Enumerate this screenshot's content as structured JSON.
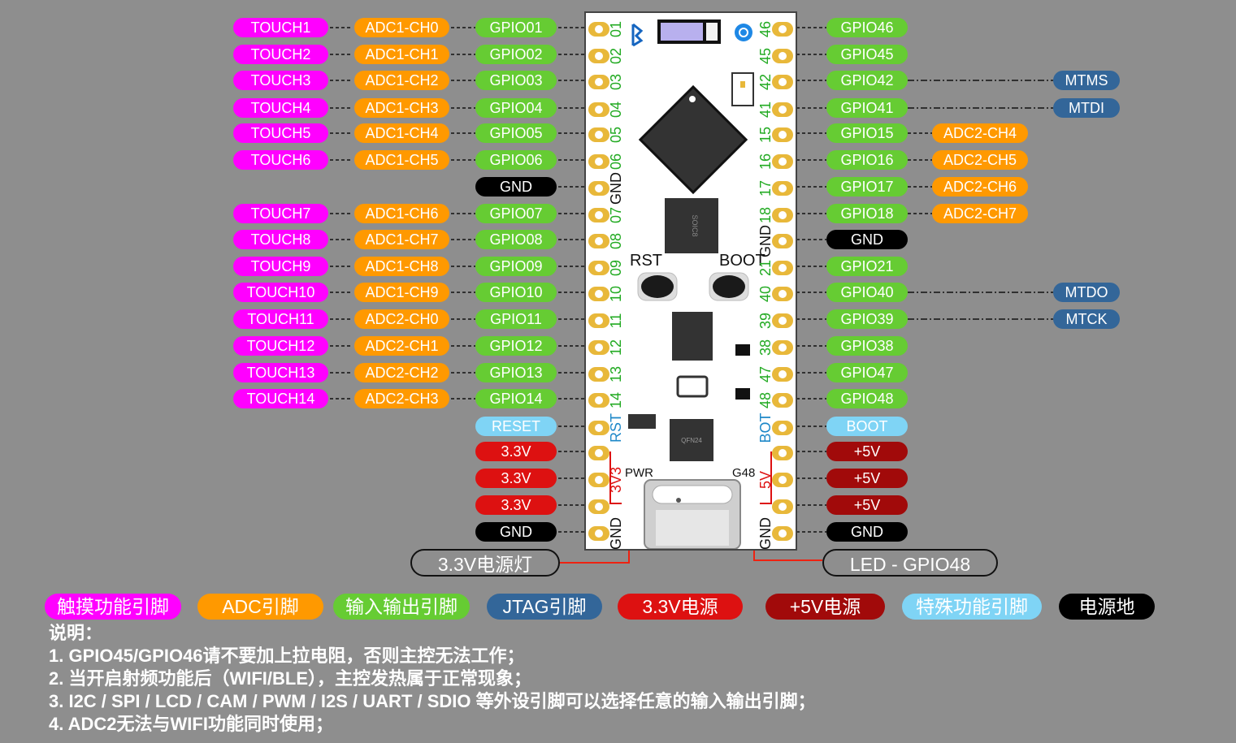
{
  "colors": {
    "touch": "#ff00ff",
    "adc": "#ff9900",
    "gpio": "#66cc33",
    "jtag": "#336699",
    "gnd": "#000000",
    "v33": "#dd1111",
    "v5": "#a10a0a",
    "special": "#7fd4f5",
    "background": "#8e8e8e",
    "pad": "#e8b83a"
  },
  "left_pins": [
    {
      "touch": "TOUCH1",
      "adc": "ADC1-CH0",
      "pin": "GPIO01",
      "pin_type": "gpio",
      "board": "01",
      "board_color": "green"
    },
    {
      "touch": "TOUCH2",
      "adc": "ADC1-CH1",
      "pin": "GPIO02",
      "pin_type": "gpio",
      "board": "02",
      "board_color": "green"
    },
    {
      "touch": "TOUCH3",
      "adc": "ADC1-CH2",
      "pin": "GPIO03",
      "pin_type": "gpio",
      "board": "03",
      "board_color": "green"
    },
    {
      "touch": "TOUCH4",
      "adc": "ADC1-CH3",
      "pin": "GPIO04",
      "pin_type": "gpio",
      "board": "04",
      "board_color": "green"
    },
    {
      "touch": "TOUCH5",
      "adc": "ADC1-CH4",
      "pin": "GPIO05",
      "pin_type": "gpio",
      "board": "05",
      "board_color": "green"
    },
    {
      "touch": "TOUCH6",
      "adc": "ADC1-CH5",
      "pin": "GPIO06",
      "pin_type": "gpio",
      "board": "06",
      "board_color": "green"
    },
    {
      "touch": "",
      "adc": "",
      "pin": "GND",
      "pin_type": "gnd",
      "board": "GND",
      "board_color": "black"
    },
    {
      "touch": "TOUCH7",
      "adc": "ADC1-CH6",
      "pin": "GPIO07",
      "pin_type": "gpio",
      "board": "07",
      "board_color": "green"
    },
    {
      "touch": "TOUCH8",
      "adc": "ADC1-CH7",
      "pin": "GPIO08",
      "pin_type": "gpio",
      "board": "08",
      "board_color": "green"
    },
    {
      "touch": "TOUCH9",
      "adc": "ADC1-CH8",
      "pin": "GPIO09",
      "pin_type": "gpio",
      "board": "09",
      "board_color": "green"
    },
    {
      "touch": "TOUCH10",
      "adc": "ADC1-CH9",
      "pin": "GPIO10",
      "pin_type": "gpio",
      "board": "10",
      "board_color": "green"
    },
    {
      "touch": "TOUCH11",
      "adc": "ADC2-CH0",
      "pin": "GPIO11",
      "pin_type": "gpio",
      "board": "11",
      "board_color": "green"
    },
    {
      "touch": "TOUCH12",
      "adc": "ADC2-CH1",
      "pin": "GPIO12",
      "pin_type": "gpio",
      "board": "12",
      "board_color": "green"
    },
    {
      "touch": "TOUCH13",
      "adc": "ADC2-CH2",
      "pin": "GPIO13",
      "pin_type": "gpio",
      "board": "13",
      "board_color": "green"
    },
    {
      "touch": "TOUCH14",
      "adc": "ADC2-CH3",
      "pin": "GPIO14",
      "pin_type": "gpio",
      "board": "14",
      "board_color": "green"
    },
    {
      "touch": "",
      "adc": "",
      "pin": "RESET",
      "pin_type": "special",
      "board": "RST",
      "board_color": "blue"
    },
    {
      "touch": "",
      "adc": "",
      "pin": "3.3V",
      "pin_type": "v33",
      "board": "",
      "board_color": "red"
    },
    {
      "touch": "",
      "adc": "",
      "pin": "3.3V",
      "pin_type": "v33",
      "board": "3V3",
      "board_color": "red"
    },
    {
      "touch": "",
      "adc": "",
      "pin": "3.3V",
      "pin_type": "v33",
      "board": "",
      "board_color": "red"
    },
    {
      "touch": "",
      "adc": "",
      "pin": "GND",
      "pin_type": "gnd",
      "board": "GND",
      "board_color": "black"
    }
  ],
  "right_pins": [
    {
      "pin": "GPIO46",
      "pin_type": "gpio",
      "extra": "",
      "extra_type": "",
      "board": "46",
      "board_color": "green"
    },
    {
      "pin": "GPIO45",
      "pin_type": "gpio",
      "extra": "",
      "extra_type": "",
      "board": "45",
      "board_color": "green"
    },
    {
      "pin": "GPIO42",
      "pin_type": "gpio",
      "extra": "MTMS",
      "extra_type": "jtag",
      "board": "42",
      "board_color": "green"
    },
    {
      "pin": "GPIO41",
      "pin_type": "gpio",
      "extra": "MTDI",
      "extra_type": "jtag",
      "board": "41",
      "board_color": "green"
    },
    {
      "pin": "GPIO15",
      "pin_type": "gpio",
      "extra": "ADC2-CH4",
      "extra_type": "adc",
      "board": "15",
      "board_color": "green"
    },
    {
      "pin": "GPIO16",
      "pin_type": "gpio",
      "extra": "ADC2-CH5",
      "extra_type": "adc",
      "board": "16",
      "board_color": "green"
    },
    {
      "pin": "GPIO17",
      "pin_type": "gpio",
      "extra": "ADC2-CH6",
      "extra_type": "adc",
      "board": "17",
      "board_color": "green"
    },
    {
      "pin": "GPIO18",
      "pin_type": "gpio",
      "extra": "ADC2-CH7",
      "extra_type": "adc",
      "board": "18",
      "board_color": "green"
    },
    {
      "pin": "GND",
      "pin_type": "gnd",
      "extra": "",
      "extra_type": "",
      "board": "GND",
      "board_color": "black"
    },
    {
      "pin": "GPIO21",
      "pin_type": "gpio",
      "extra": "",
      "extra_type": "",
      "board": "21",
      "board_color": "green"
    },
    {
      "pin": "GPIO40",
      "pin_type": "gpio",
      "extra": "MTDO",
      "extra_type": "jtag",
      "board": "40",
      "board_color": "green"
    },
    {
      "pin": "GPIO39",
      "pin_type": "gpio",
      "extra": "MTCK",
      "extra_type": "jtag",
      "board": "39",
      "board_color": "green"
    },
    {
      "pin": "GPIO38",
      "pin_type": "gpio",
      "extra": "",
      "extra_type": "",
      "board": "38",
      "board_color": "green"
    },
    {
      "pin": "GPIO47",
      "pin_type": "gpio",
      "extra": "",
      "extra_type": "",
      "board": "47",
      "board_color": "green"
    },
    {
      "pin": "GPIO48",
      "pin_type": "gpio",
      "extra": "",
      "extra_type": "",
      "board": "48",
      "board_color": "green"
    },
    {
      "pin": "BOOT",
      "pin_type": "special",
      "extra": "",
      "extra_type": "",
      "board": "BOT",
      "board_color": "blue"
    },
    {
      "pin": "+5V",
      "pin_type": "v5",
      "extra": "",
      "extra_type": "",
      "board": "",
      "board_color": "red"
    },
    {
      "pin": "+5V",
      "pin_type": "v5",
      "extra": "",
      "extra_type": "",
      "board": "5V",
      "board_color": "red"
    },
    {
      "pin": "+5V",
      "pin_type": "v5",
      "extra": "",
      "extra_type": "",
      "board": "",
      "board_color": "red"
    },
    {
      "pin": "GND",
      "pin_type": "gnd",
      "extra": "",
      "extra_type": "",
      "board": "GND",
      "board_color": "black"
    }
  ],
  "board_labels": {
    "rst": "RST",
    "boot": "BOOT",
    "pwr": "PWR",
    "g48": "G48",
    "chip_small": "SOIC8",
    "chip_usb": "QFN24"
  },
  "callouts": {
    "left": "3.3V电源灯",
    "right": "LED - GPIO48"
  },
  "legend": [
    {
      "label": "触摸功能引脚",
      "type": "touch"
    },
    {
      "label": "ADC引脚",
      "type": "adc"
    },
    {
      "label": "输入输出引脚",
      "type": "gpio"
    },
    {
      "label": "JTAG引脚",
      "type": "jtag"
    },
    {
      "label": "3.3V电源",
      "type": "v33"
    },
    {
      "label": "+5V电源",
      "type": "v5"
    },
    {
      "label": "特殊功能引脚",
      "type": "spec"
    },
    {
      "label": "电源地",
      "type": "gnd"
    }
  ],
  "notes": {
    "title": "说明：",
    "lines": [
      "1. GPIO45/GPIO46请不要加上拉电阻，否则主控无法工作；",
      "2. 当开启射频功能后（WIFI/BLE），主控发热属于正常现象；",
      "3. I2C / SPI / LCD / CAM / PWM / I2S / UART / SDIO 等外设引脚可以选择任意的输入输出引脚；",
      "4. ADC2无法与WIFI功能同时使用；"
    ]
  }
}
